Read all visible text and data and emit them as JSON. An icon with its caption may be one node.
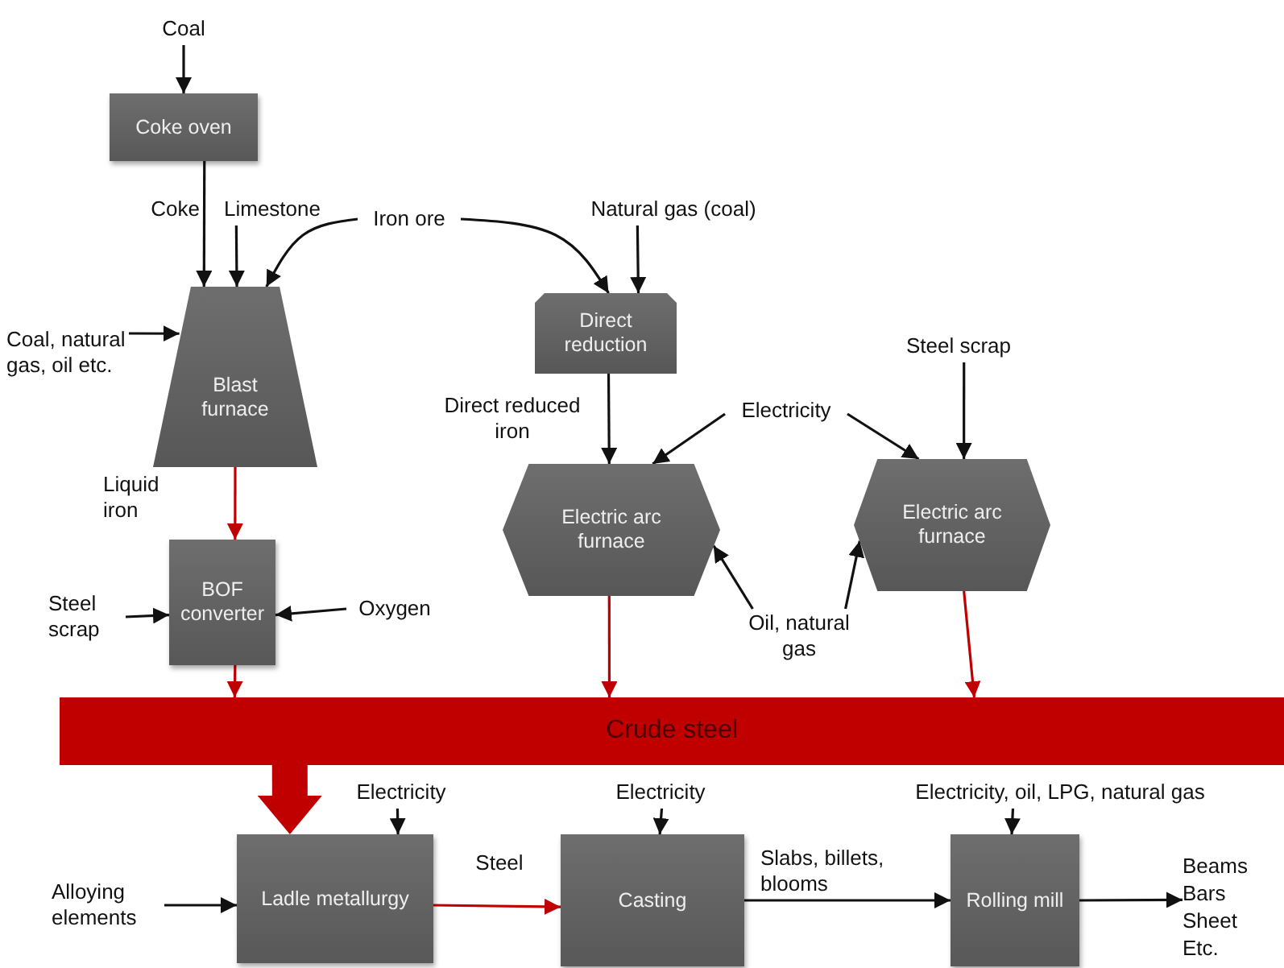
{
  "diagram": {
    "nodes": [
      {
        "text": [
          "Coal"
        ]
      },
      {
        "text": [
          "Coke oven"
        ]
      },
      {
        "text": [
          "Limestone"
        ]
      },
      {
        "text": [
          "Iron ore"
        ]
      },
      {
        "text": [
          "Coal, natural gas, oil etc."
        ]
      },
      {
        "text": [
          "Blast furnace"
        ]
      },
      {
        "text": [
          "BOF converter"
        ]
      },
      {
        "text": [
          "Steel scrap"
        ]
      },
      {
        "text": [
          "Oxygen"
        ]
      },
      {
        "text": [
          "Natural gas (coal)"
        ]
      },
      {
        "text": [
          "Direct reduction"
        ]
      },
      {
        "text": [
          "Electric arc furnace"
        ]
      },
      {
        "text": [
          "Electricity"
        ]
      },
      {
        "text": [
          "Oil, natural gas"
        ]
      },
      {
        "text": [
          "Steel scrap"
        ]
      },
      {
        "text": [
          "Electric arc furnace"
        ]
      },
      {
        "text": [
          "Crude steel"
        ]
      },
      {
        "text": [
          "Electricity"
        ]
      },
      {
        "text": [
          "Ladle metallurgy"
        ]
      },
      {
        "text": [
          "Alloying elements"
        ]
      },
      {
        "text": [
          "Electricity"
        ]
      },
      {
        "text": [
          "Casting"
        ]
      },
      {
        "text": [
          "Electricity, oil, LPG, natural gas"
        ]
      },
      {
        "text": [
          "Rolling mill"
        ]
      },
      {
        "text": [
          "Beams Bars Sheet Etc."
        ]
      }
    ],
    "edges": [
      {
        "from": 0,
        "to": 1,
        "arrow": "to"
      },
      {
        "from": 1,
        "to": 5,
        "arrow": "to",
        "label": "Coke"
      },
      {
        "from": 2,
        "to": 5,
        "arrow": "to"
      },
      {
        "from": 3,
        "to": 5,
        "arrow": "to"
      },
      {
        "from": 3,
        "to": 10,
        "arrow": "to"
      },
      {
        "from": 4,
        "to": 5,
        "arrow": "to"
      },
      {
        "from": 5,
        "to": 6,
        "arrow": "to",
        "label": "Liquid iron",
        "color": "#c00000"
      },
      {
        "from": 7,
        "to": 6,
        "arrow": "to"
      },
      {
        "from": 8,
        "to": 6,
        "arrow": "to"
      },
      {
        "from": 6,
        "to": 16,
        "arrow": "to",
        "color": "#c00000"
      },
      {
        "from": 9,
        "to": 10,
        "arrow": "to"
      },
      {
        "from": 10,
        "to": 11,
        "arrow": "to",
        "label": "Direct reduced iron"
      },
      {
        "from": 12,
        "to": 11,
        "arrow": "to"
      },
      {
        "from": 12,
        "to": 15,
        "arrow": "to"
      },
      {
        "from": 13,
        "to": 11,
        "arrow": "to"
      },
      {
        "from": 13,
        "to": 15,
        "arrow": "to"
      },
      {
        "from": 14,
        "to": 15,
        "arrow": "to"
      },
      {
        "from": 11,
        "to": 16,
        "arrow": "to",
        "color": "#c00000"
      },
      {
        "from": 15,
        "to": 16,
        "arrow": "to",
        "color": "#c00000"
      },
      {
        "from": 16,
        "to": 18,
        "arrow": "to",
        "style": "thick",
        "color": "#c00000"
      },
      {
        "from": 17,
        "to": 18,
        "arrow": "to"
      },
      {
        "from": 19,
        "to": 18,
        "arrow": "to"
      },
      {
        "from": 18,
        "to": 21,
        "arrow": "to",
        "label": "Steel",
        "color": "#c00000"
      },
      {
        "from": 20,
        "to": 21,
        "arrow": "to"
      },
      {
        "from": 21,
        "to": 23,
        "arrow": "to",
        "label": "Slabs, billets, blooms"
      },
      {
        "from": 22,
        "to": 23,
        "arrow": "to"
      },
      {
        "from": 23,
        "to": 24,
        "arrow": "to"
      }
    ]
  }
}
